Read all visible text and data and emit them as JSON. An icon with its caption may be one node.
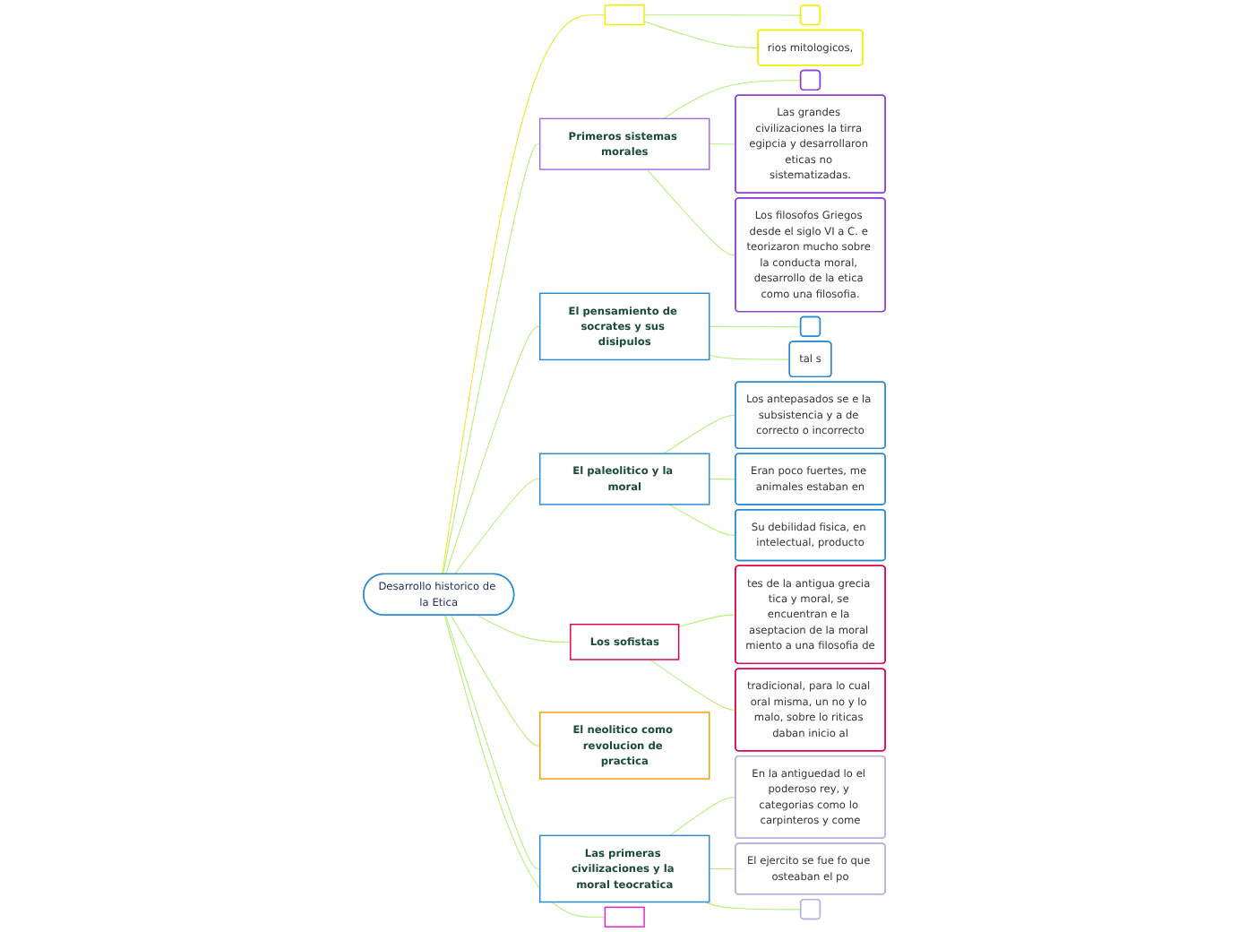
{
  "diagram": {
    "nodes": [
      {
        "text": [
          "Desarrollo historico de la Etica"
        ]
      },
      {
        "text": [],
        "shape": "box"
      },
      {
        "text": [],
        "shape": "box"
      },
      {
        "text": [
          "rios mitologicos,"
        ]
      },
      {
        "text": [
          "Primeros sistemas morales"
        ]
      },
      {
        "text": [],
        "shape": "box"
      },
      {
        "text": [
          "Las grandes civilizaciones la tirra egipcia y desarrollaron eticas no sistematizadas."
        ]
      },
      {
        "text": [
          "Los filosofos Griegos desde el siglo VI a C. e teorizaron mucho sobre la conducta moral, desarrollo de la etica como una filosofia."
        ]
      },
      {
        "text": [],
        "shape": "box"
      },
      {
        "text": [
          "tal s"
        ]
      },
      {
        "text": [
          "El pensamiento de socrates y sus disipulos"
        ]
      },
      {
        "text": [
          "El paleolitico y la moral"
        ]
      },
      {
        "text": [
          "Los antepasados se e la subsistencia y a de correcto o incorrecto"
        ]
      },
      {
        "text": [
          "Eran poco fuertes, me animales estaban en"
        ]
      },
      {
        "text": [
          "Su debilidad fisica, en intelectual, producto"
        ]
      },
      {
        "text": [
          "Los sofistas"
        ]
      },
      {
        "text": [
          "tes de la antigua grecia tica y moral, se encuentran e la aseptacion de la moral miento a una filosofia de"
        ]
      },
      {
        "text": [
          "tradicional, para lo cual oral misma, un no y lo malo, sobre lo riticas daban inicio al"
        ]
      },
      {
        "text": [
          "El neolitico como revolucion de practica"
        ]
      },
      {
        "text": [
          "Las primeras civilizaciones y la moral teocratica"
        ]
      },
      {
        "text": [
          "En la antiguedad lo el poderoso rey, y categorias como lo carpinteros y come"
        ]
      },
      {
        "text": [
          "El ejercito se fue fo que osteaban el po"
        ]
      },
      {
        "text": [],
        "shape": "box"
      },
      {
        "text": [],
        "shape": "box"
      }
    ],
    "edges": [
      {
        "from": 0,
        "to": 1,
        "arrow": "none",
        "color": "#e8e830"
      },
      {
        "from": 1,
        "to": 2,
        "arrow": "none"
      },
      {
        "from": 1,
        "to": 3,
        "arrow": "none"
      },
      {
        "from": 0,
        "to": 4,
        "arrow": "none"
      },
      {
        "from": 4,
        "to": 5,
        "arrow": "none"
      },
      {
        "from": 4,
        "to": 6,
        "arrow": "none"
      },
      {
        "from": 4,
        "to": 7,
        "arrow": "none"
      },
      {
        "from": 0,
        "to": 10,
        "arrow": "none"
      },
      {
        "from": 10,
        "to": 8,
        "arrow": "none"
      },
      {
        "from": 10,
        "to": 9,
        "arrow": "none"
      },
      {
        "from": 0,
        "to": 11,
        "arrow": "none"
      },
      {
        "from": 11,
        "to": 12,
        "arrow": "none"
      },
      {
        "from": 11,
        "to": 13,
        "arrow": "none"
      },
      {
        "from": 11,
        "to": 14,
        "arrow": "none"
      },
      {
        "from": 0,
        "to": 15,
        "arrow": "none"
      },
      {
        "from": 15,
        "to": 16,
        "arrow": "none"
      },
      {
        "from": 15,
        "to": 17,
        "arrow": "none"
      },
      {
        "from": 0,
        "to": 18,
        "arrow": "none"
      },
      {
        "from": 0,
        "to": 19,
        "arrow": "none"
      },
      {
        "from": 19,
        "to": 20,
        "arrow": "none"
      },
      {
        "from": 19,
        "to": 21,
        "arrow": "none"
      },
      {
        "from": 19,
        "to": 22,
        "arrow": "none"
      },
      {
        "from": 0,
        "to": 23,
        "arrow": "none"
      }
    ]
  }
}
